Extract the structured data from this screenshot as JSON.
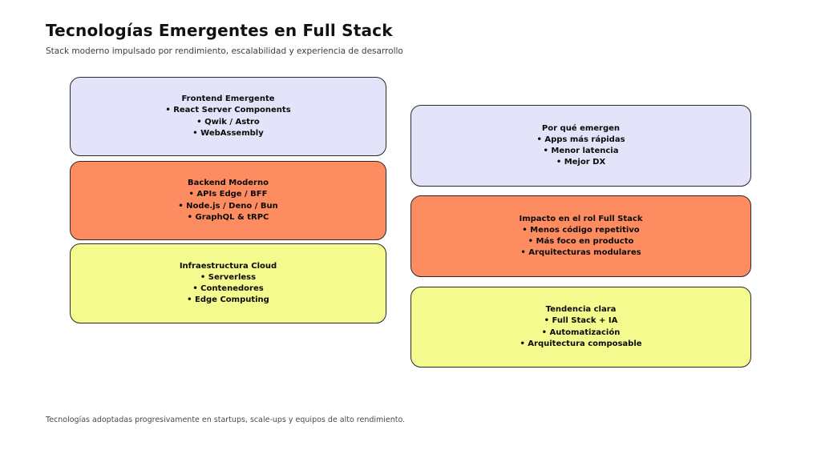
{
  "page": {
    "title": "Tecnologías Emergentes en Full Stack",
    "subtitle": "Stack moderno impulsado por rendimiento, escalabilidad y experiencia de desarrollo",
    "footer": "Tecnologías adoptadas progresivamente en startups, scale-ups y equipos de alto rendimiento."
  },
  "colors": {
    "lavender": "#e3e3fa",
    "coral": "#fe8c61",
    "yellow": "#f5fa8f",
    "border": "#2a2a2a",
    "title_text": "#111111",
    "subtitle_text": "#3d3d3d",
    "footer_text": "#4a4a4a"
  },
  "boxes": [
    {
      "title": "Frontend Emergente",
      "items": [
        "• React Server Components",
        "• Qwik / Astro",
        "• WebAssembly"
      ],
      "color": "#e3e3fa"
    },
    {
      "title": "Backend Moderno",
      "items": [
        "• APIs Edge / BFF",
        "• Node.js / Deno / Bun",
        "• GraphQL & tRPC"
      ],
      "color": "#fe8c61"
    },
    {
      "title": "Infraestructura Cloud",
      "items": [
        "• Serverless",
        "• Contenedores",
        "• Edge Computing"
      ],
      "color": "#f5fa8f"
    },
    {
      "title": "Por qué emergen",
      "items": [
        "• Apps más rápidas",
        "• Menor latencia",
        "• Mejor DX"
      ],
      "color": "#e3e3fa"
    },
    {
      "title": "Impacto en el rol Full Stack",
      "items": [
        "• Menos código repetitivo",
        "• Más foco en producto",
        "• Arquitecturas modulares"
      ],
      "color": "#fe8c61"
    },
    {
      "title": "Tendencia clara",
      "items": [
        "• Full Stack + IA",
        "• Automatización",
        "• Arquitectura composable"
      ],
      "color": "#f5fa8f"
    }
  ]
}
